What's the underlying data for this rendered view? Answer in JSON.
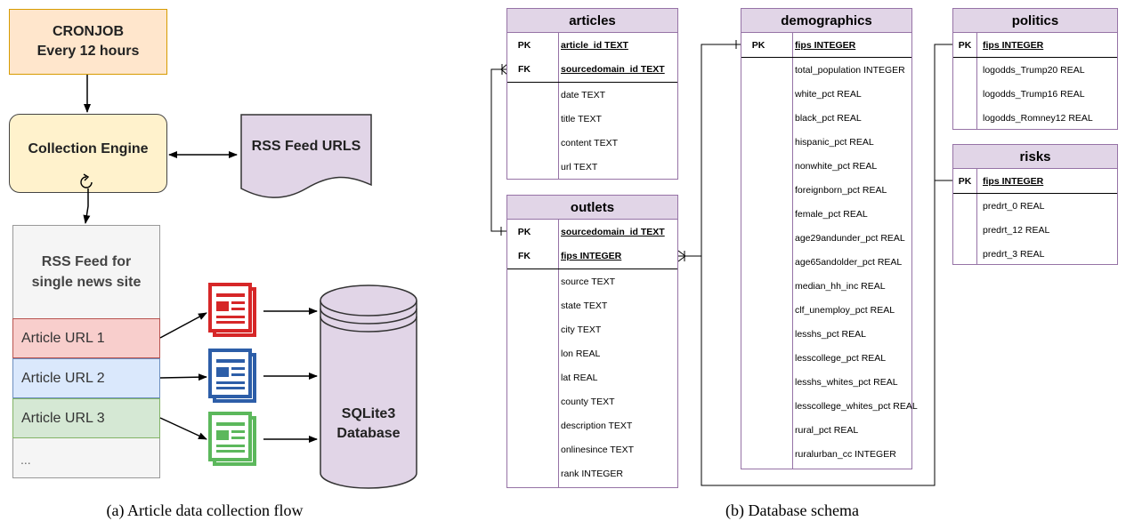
{
  "flow": {
    "cron_line1": "CRONJOB",
    "cron_line2": "Every 12 hours",
    "engine": "Collection Engine",
    "rss_urls": "RSS Feed URLS",
    "feed_title_line1": "RSS Feed for",
    "feed_title_line2": "single news site",
    "rows": [
      "Article URL 1",
      "Article URL 2",
      "Article URL 3",
      "..."
    ],
    "db_line1": "SQLite3",
    "db_line2": "Database",
    "caption": "(a) Article data collection flow"
  },
  "schema": {
    "caption": "(b) Database schema",
    "articles": {
      "title": "articles",
      "keys": [
        {
          "k": "PK",
          "name": "article_id TEXT"
        },
        {
          "k": "FK",
          "name": "sourcedomain_id TEXT"
        }
      ],
      "fields": [
        "date TEXT",
        "title TEXT",
        "content TEXT",
        "url TEXT"
      ]
    },
    "outlets": {
      "title": "outlets",
      "keys": [
        {
          "k": "PK",
          "name": "sourcedomain_id TEXT"
        },
        {
          "k": "FK",
          "name": "fips INTEGER"
        }
      ],
      "fields": [
        "source TEXT",
        "state TEXT",
        "city TEXT",
        "lon REAL",
        "lat REAL",
        "county TEXT",
        "description TEXT",
        "onlinesince TEXT",
        "rank INTEGER"
      ]
    },
    "demographics": {
      "title": "demographics",
      "keys": [
        {
          "k": "PK",
          "name": "fips INTEGER"
        }
      ],
      "fields": [
        "total_population INTEGER",
        "white_pct REAL",
        "black_pct REAL",
        "hispanic_pct REAL",
        "nonwhite_pct REAL",
        "foreignborn_pct REAL",
        "female_pct REAL",
        "age29andunder_pct REAL",
        "age65andolder_pct REAL",
        "median_hh_inc REAL",
        "clf_unemploy_pct REAL",
        "lesshs_pct REAL",
        "lesscollege_pct REAL",
        "lesshs_whites_pct REAL",
        "lesscollege_whites_pct REAL",
        "rural_pct REAL",
        "ruralurban_cc INTEGER"
      ]
    },
    "politics": {
      "title": "politics",
      "keys": [
        {
          "k": "PK",
          "name": "fips INTEGER"
        }
      ],
      "fields": [
        "logodds_Trump20 REAL",
        "logodds_Trump16 REAL",
        "logodds_Romney12 REAL"
      ]
    },
    "risks": {
      "title": "risks",
      "keys": [
        {
          "k": "PK",
          "name": "fips INTEGER"
        }
      ],
      "fields": [
        "predrt_0 REAL",
        "predrt_12 REAL",
        "predrt_3 REAL"
      ]
    }
  },
  "colors": {
    "cron_fill": "#ffe6cc",
    "engine_fill": "#fff2cc",
    "doc_fill": "#e1d5e7",
    "url1": "#f8cecc",
    "url2": "#dae8fc",
    "url3": "#d5e8d4",
    "news_red": "#d62728",
    "news_blue": "#2d5ea8",
    "news_green": "#5cb85c",
    "table_border": "#9673a6",
    "table_header": "#e1d5e7"
  }
}
